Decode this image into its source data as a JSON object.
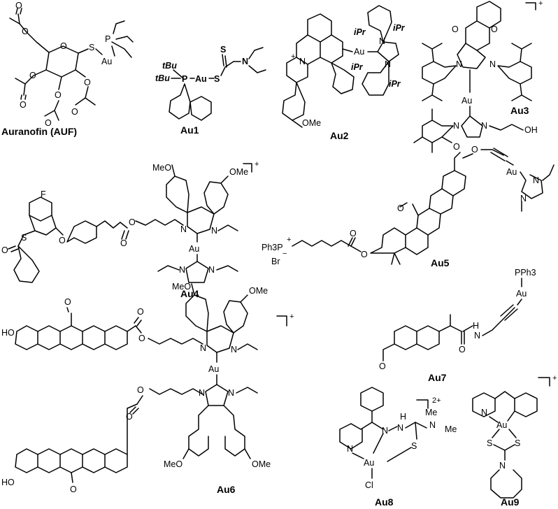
{
  "compounds": {
    "auf": "Auranofin (AUF)",
    "au1": "Au1",
    "au2": "Au2",
    "au3": "Au3",
    "au4": "Au4",
    "au5": "Au5",
    "au6": "Au6",
    "au7": "Au7",
    "au8": "Au8",
    "au9": "Au9"
  },
  "atoms": {
    "au": "Au",
    "o": "O",
    "s": "S",
    "p": "P",
    "n": "N",
    "f": "F",
    "h": "H",
    "cl": "Cl",
    "br": "Br",
    "tbu": "tBu",
    "ipr": "iPr",
    "ome": "OMe",
    "meo": "MeO",
    "me": "Me",
    "oh": "OH",
    "ho": "HO",
    "ph3p": "Ph3P",
    "pph3": "PPh3",
    "nh": "NH"
  },
  "charges": {
    "plus": "+",
    "minus": "−",
    "two_plus": "2+"
  }
}
